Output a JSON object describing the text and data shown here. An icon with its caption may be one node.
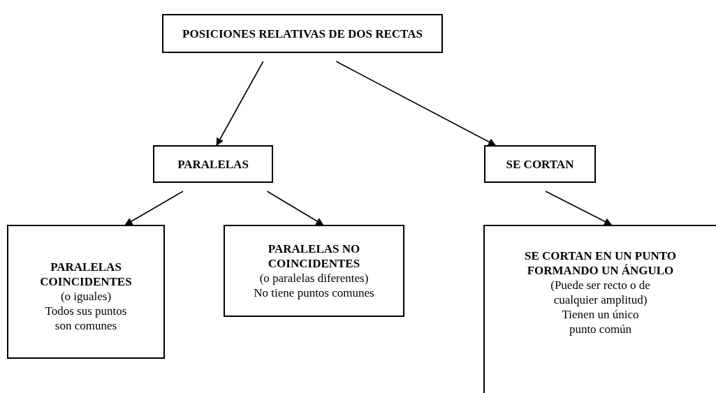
{
  "diagram": {
    "nodes": [
      {
        "text": [
          "POSICIONES RELATIVAS DE DOS RECTAS"
        ]
      },
      {
        "text": [
          "PARALELAS"
        ]
      },
      {
        "text": [
          "SE CORTAN"
        ]
      },
      {
        "text": [
          "PARALELAS COINCIDENTES",
          "(o iguales)",
          "Todos sus puntos son comunes"
        ]
      },
      {
        "text": [
          "PARALELAS NO COINCIDENTES",
          "(o paralelas diferentes)",
          "No tiene puntos comunes"
        ]
      },
      {
        "text": [
          "SE CORTAN EN UN PUNTO FORMANDO UN ÁNGULO",
          "(Puede ser recto o de cualquier amplitud)",
          "Tienen un único punto común"
        ]
      }
    ],
    "edges": [
      {
        "from": 0,
        "to": 1,
        "arrow": "to"
      },
      {
        "from": 0,
        "to": 2,
        "arrow": "to"
      },
      {
        "from": 1,
        "to": 3,
        "arrow": "to"
      },
      {
        "from": 1,
        "to": 4,
        "arrow": "to"
      },
      {
        "from": 2,
        "to": 5,
        "arrow": "to"
      }
    ]
  }
}
